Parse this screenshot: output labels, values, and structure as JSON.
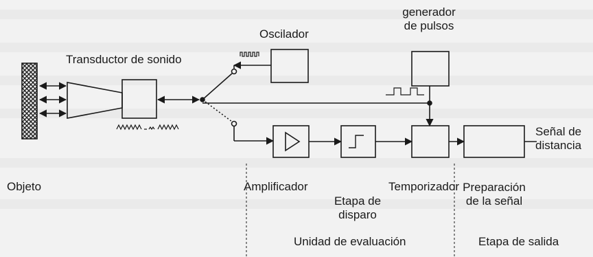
{
  "labels": {
    "generator": [
      "generador",
      "de pulsos"
    ],
    "oscillator": "Oscilador",
    "transducer": "Transductor de sonido",
    "object": "Objeto",
    "amplifier": "Amplificador",
    "trigger_stage": [
      "Etapa de",
      "disparo"
    ],
    "timer": "Temporizador",
    "signal_prep": [
      "Preparación",
      "de la señal"
    ],
    "distance_signal": [
      "Señal de",
      "distancia"
    ],
    "evaluation_unit": "Unidad de evaluación",
    "output_stage": "Etapa de salida"
  },
  "colors": {
    "line": "#1a1a1a",
    "background": "#f2f2f2",
    "hatch": "#222222"
  }
}
